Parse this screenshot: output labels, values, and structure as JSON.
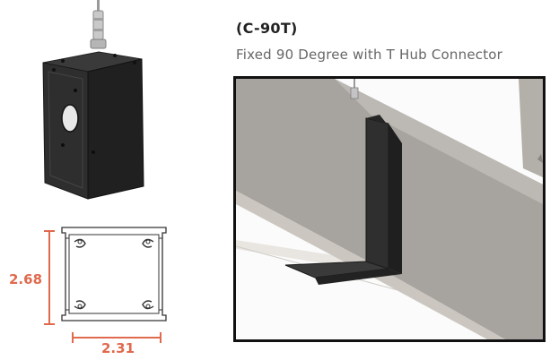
{
  "product": {
    "code": "(C-90T)",
    "description": "Fixed 90 Degree with T Hub Connector"
  },
  "dimensions": {
    "height": "2.68",
    "width": "2.31"
  },
  "colors": {
    "accent": "#e06a4e",
    "connector": "#2b2b2b",
    "extrusion": "#a8a49f",
    "border": "#111111"
  }
}
